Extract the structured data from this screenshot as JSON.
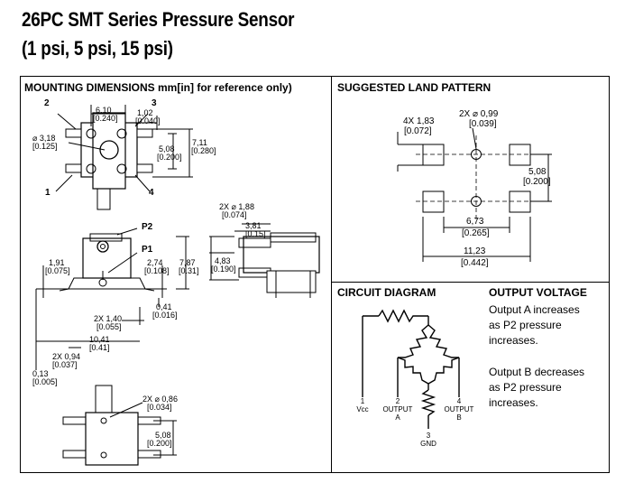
{
  "document": {
    "title_line1": "26PC SMT Series Pressure Sensor",
    "title_line2": "(1 psi, 5 psi, 15 psi)"
  },
  "mounting": {
    "header": "MOUNTING DIMENSIONS mm[in] for reference only)",
    "pins": [
      "1",
      "2",
      "3",
      "4"
    ],
    "ports": [
      "P1",
      "P2"
    ],
    "dims": {
      "w610": "6,10",
      "w610i": "[0.240]",
      "w102": "1,02",
      "w102i": "[0.040]",
      "d318": "3,18",
      "d318i": "[0.125]",
      "h508": "5,08",
      "h508i": "[0.200]",
      "h711": "7,11",
      "h711i": "[0.280]",
      "d188": "2X ⌀ 1,88",
      "d188i": "[0.074]",
      "w381": "3,81",
      "w381i": "[0.15]",
      "h483": "4,83",
      "h483i": "[0.190]",
      "h191": "1,91",
      "h191i": "[0.075]",
      "h274": "2,74",
      "h274i": "[0.108]",
      "h787": "7,87",
      "h787i": "[0.31]",
      "h041": "0,41",
      "h041i": "[0.016]",
      "w140": "2X 1,40",
      "w140i": "[0.055]",
      "w1041": "10,41",
      "w1041i": "[0.41]",
      "w094": "2X 0,94",
      "w094i": "[0.037]",
      "h013": "0,13",
      "h013i": "[0.005]",
      "d086": "2X ⌀ 0,86",
      "d086i": "[0.034]",
      "v508": "5,08",
      "v508i": "[0.200]"
    }
  },
  "land": {
    "header": "SUGGESTED LAND PATTERN",
    "pad": "4X 1,83",
    "padi": "[0.072]",
    "hole": "2X ⌀ 0,99",
    "holei": "[0.039]",
    "v508": "5,08",
    "v508i": "[0.200]",
    "w673": "6,73",
    "w673i": "[0.265]",
    "w1123": "11,23",
    "w1123i": "[0.442]"
  },
  "circuit": {
    "header": "CIRCUIT DIAGRAM",
    "pin1_num": "1",
    "pin1_label": "Vcc",
    "pin2_num": "2",
    "pin2_label": "OUTPUT",
    "pin2_sub": "A",
    "pin4_num": "4",
    "pin4_label": "OUTPUT",
    "pin4_sub": "B",
    "pin3_num": "3",
    "pin3_label": "GND"
  },
  "output": {
    "header": "OUTPUT VOLTAGE",
    "para1": "Output A increases\nas P2 pressure\nincreases.",
    "para2": "Output B decreases\nas P2 pressure\nincreases."
  }
}
